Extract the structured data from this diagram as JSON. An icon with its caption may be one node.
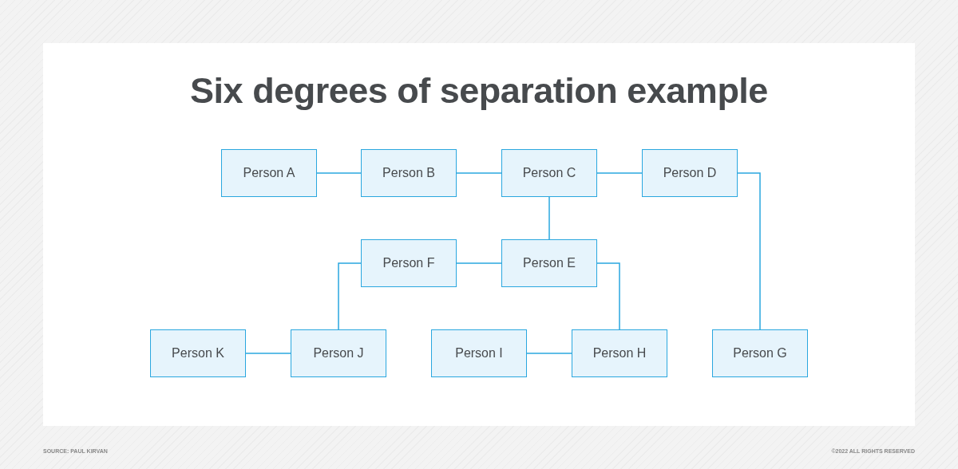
{
  "diagram": {
    "title": "Six degrees of separation example",
    "nodes": [
      {
        "text": [
          "Person A"
        ]
      },
      {
        "text": [
          "Person B"
        ]
      },
      {
        "text": [
          "Person C"
        ]
      },
      {
        "text": [
          "Person D"
        ]
      },
      {
        "text": [
          "Person F"
        ]
      },
      {
        "text": [
          "Person E"
        ]
      },
      {
        "text": [
          "Person K"
        ]
      },
      {
        "text": [
          "Person J"
        ]
      },
      {
        "text": [
          "Person I"
        ]
      },
      {
        "text": [
          "Person H"
        ]
      },
      {
        "text": [
          "Person G"
        ]
      }
    ],
    "edges": [
      {
        "from": 0,
        "to": 1,
        "arrow": "none"
      },
      {
        "from": 1,
        "to": 2,
        "arrow": "none"
      },
      {
        "from": 2,
        "to": 3,
        "arrow": "none"
      },
      {
        "from": 2,
        "to": 5,
        "arrow": "none"
      },
      {
        "from": 5,
        "to": 4,
        "arrow": "none"
      },
      {
        "from": 4,
        "to": 7,
        "arrow": "none"
      },
      {
        "from": 5,
        "to": 9,
        "arrow": "none"
      },
      {
        "from": 6,
        "to": 7,
        "arrow": "none"
      },
      {
        "from": 8,
        "to": 9,
        "arrow": "none"
      },
      {
        "from": 3,
        "to": 10,
        "arrow": "none"
      }
    ],
    "labels": [
      "SOURCE: PAUL KIRVAN",
      "©2022 ALL RIGHTS RESERVED"
    ]
  }
}
